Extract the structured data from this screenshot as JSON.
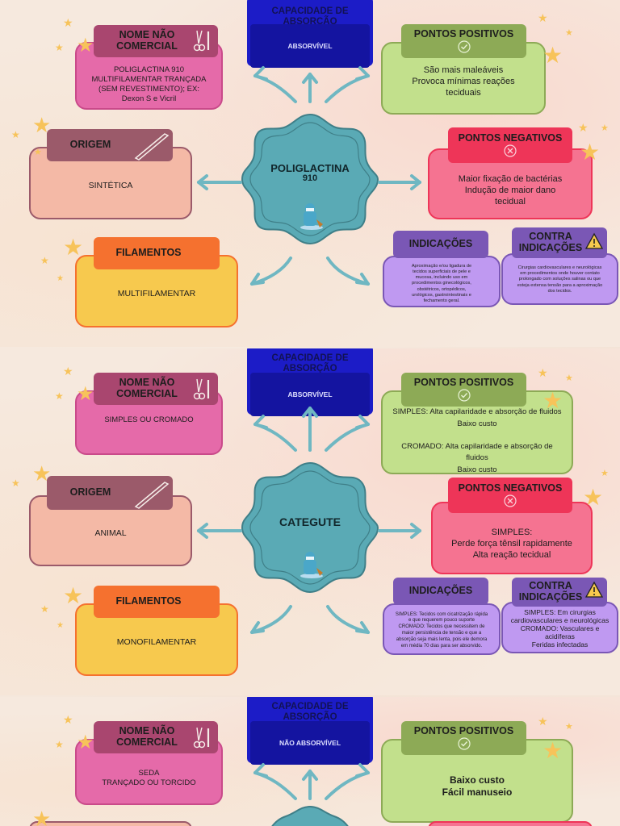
{
  "panels": [
    {
      "center": {
        "title": "POLIGLACTINA",
        "subtitle": "910"
      },
      "capacidade": {
        "title_line1": "CAPACIDADE DE",
        "title_line2": "ABSORÇÃO",
        "value": "ABSORVÍVEL"
      },
      "nome": {
        "header_line1": "NOME NÃO",
        "header_line2": "COMERCIAL",
        "text": "POLIGLACTINA 910\nMULTIFILAMENTAR TRANÇADA\n(SEM REVESTIMENTO); EX:\nDexon S e Vicril"
      },
      "origem": {
        "header": "ORIGEM",
        "text": "SINTÉTICA"
      },
      "filamentos": {
        "header": "FILAMENTOS",
        "text": "MULTIFILAMENTAR"
      },
      "positivos": {
        "header": "PONTOS POSITIVOS",
        "text": "São mais maleáveis\nProvoca mínimas reações\nteciduais"
      },
      "negativos": {
        "header": "PONTOS NEGATIVOS",
        "text": "Maior fixação de bactérias\nIndução de maior dano\ntecidual"
      },
      "indicacoes": {
        "header": "INDICAÇÕES",
        "text": "Aproximação e/ou ligadura de\ntecidos superficiais de pele e\nmucosa, incluindo uso em\nprocedimentos ginecológicos,\nobstétricos, ortopédicos,\nurológicos, gastrointestinais e\nfechamento geral."
      },
      "contra": {
        "header_line1": "CONTRA",
        "header_line2": "INDICAÇÕES",
        "text": "Cirurgias cardiovasculares e neurológicas\nem procedimentos onde houver contato\nprolongado com soluções salinas ou que\nesteja extensa tensão para a aproximação\ndos tecidos."
      }
    },
    {
      "center": {
        "title": "CATEGUTE",
        "subtitle": ""
      },
      "capacidade": {
        "title_line1": "CAPACIDADE DE",
        "title_line2": "ABSORÇÃO",
        "value": "ABSORVÍVEL"
      },
      "nome": {
        "header_line1": "NOME NÃO",
        "header_line2": "COMERCIAL",
        "text": "SIMPLES OU CROMADO"
      },
      "origem": {
        "header": "ORIGEM",
        "text": "ANIMAL"
      },
      "filamentos": {
        "header": "FILAMENTOS",
        "text": "MONOFILAMENTAR"
      },
      "positivos": {
        "header": "PONTOS POSITIVOS",
        "text": "SIMPLES: Alta capilaridade e absorção de fluidos\nBaixo custo\n\nCROMADO: Alta capilaridade e absorção de\nfluidos\nBaixo custo"
      },
      "negativos": {
        "header": "PONTOS NEGATIVOS",
        "text": "SIMPLES:\nPerde força tênsil rapidamente\nAlta reação tecidual"
      },
      "indicacoes": {
        "header": "INDICAÇÕES",
        "text": "SIMPLES: Tecidos com cicatrização rápida\ne que requerem pouco suporte\nCROMADO: Tecidos que necessitem de\nmaior persistência de tensão e que a\nabsorção seja mais lenta, pois ele demora\nem média 70 dias para ser absorvido."
      },
      "contra": {
        "header_line1": "CONTRA",
        "header_line2": "INDICAÇÕES",
        "text": "SIMPLES: Em cirurgias\ncardiovasculares e neurológicas\nCROMADO: Vasculares e\nacidíferas\nFeridas infectadas"
      }
    },
    {
      "capacidade": {
        "title_line1": "CAPACIDADE DE",
        "title_line2": "ABSORÇÃO",
        "value": "NÃO ABSORVÍVEL"
      },
      "nome": {
        "header_line1": "NOME NÃO",
        "header_line2": "COMERCIAL",
        "text": "SEDA\nTRANÇADO OU TORCIDO"
      },
      "positivos": {
        "header": "PONTOS POSITIVOS",
        "text": "Baixo custo\nFácil manuseio"
      }
    }
  ],
  "colors": {
    "nome_header": "#a9466f",
    "nome_body": "#e56aa9",
    "origem_header": "#9b5a6a",
    "origem_body": "#f4b9a6",
    "fil_header": "#f5712f",
    "fil_body": "#f7c94e",
    "pos_header": "#8daa56",
    "pos_body": "#c2e08c",
    "neg_header": "#ee3558",
    "neg_body": "#f57391",
    "ind_header": "#7a57b5",
    "ind_body": "#bf99f1",
    "center": "#5aaab5",
    "arrow": "#6fb7c2"
  },
  "icons": [
    "scissors-icon",
    "forceps-icon",
    "check-icon",
    "x-icon",
    "warning-icon",
    "surgeon-icon",
    "star-icon"
  ]
}
